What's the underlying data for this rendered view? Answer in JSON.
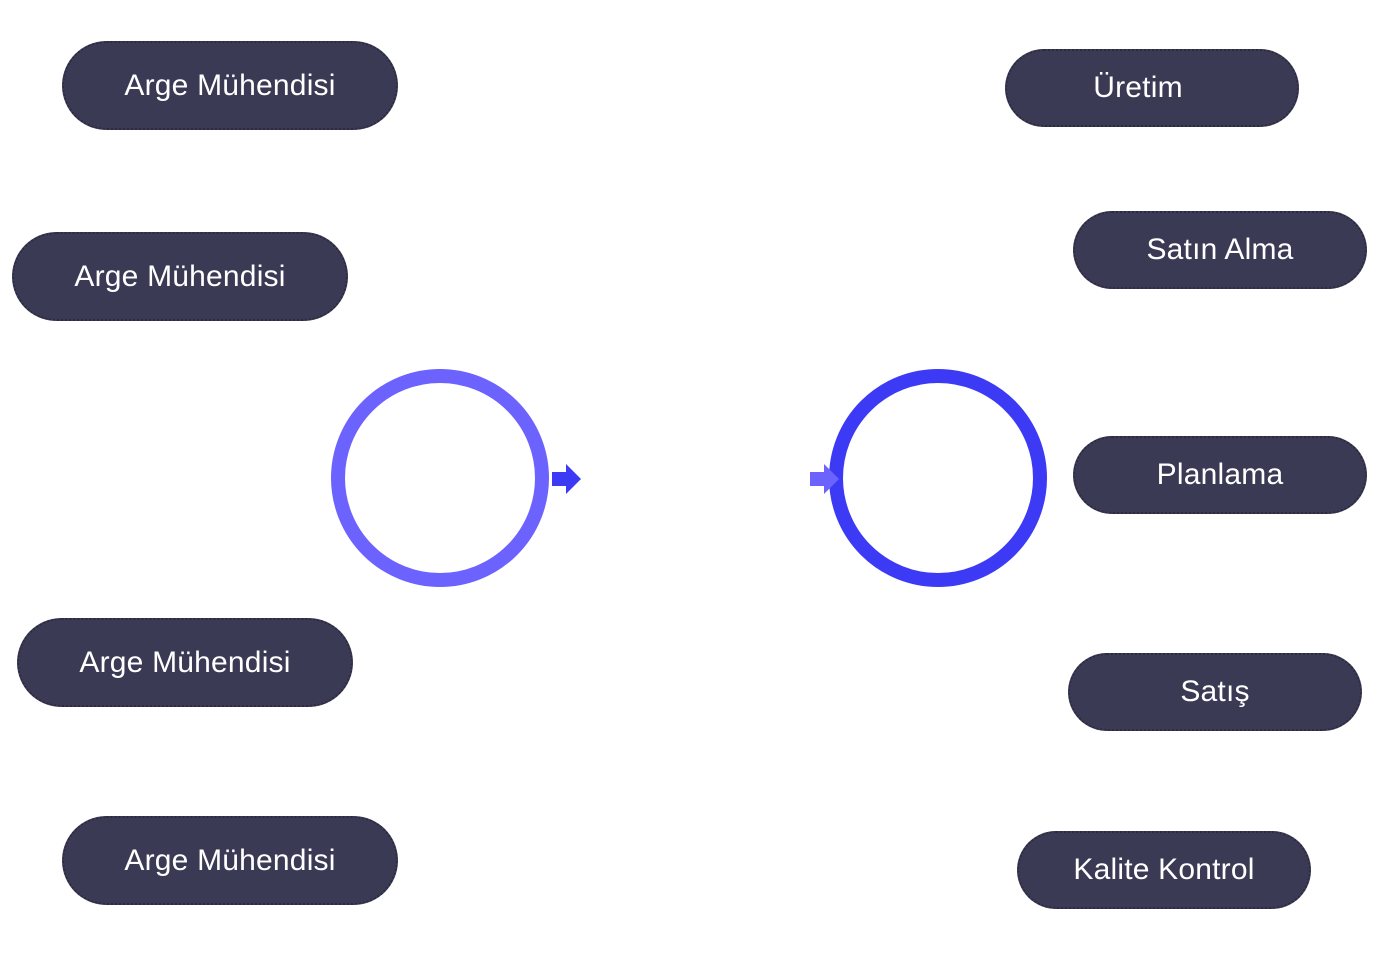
{
  "colors": {
    "pill_fill": "#3b3a55",
    "pill_text": "#ffffff",
    "left_hub": "#6c63ff",
    "right_hub": "#3d3af5",
    "left_arrow": "#3d3af5",
    "right_arrow": "#6c63ff"
  },
  "left_nodes": [
    {
      "label": "Arge Mühendisi"
    },
    {
      "label": "Arge Mühendisi"
    },
    {
      "label": "Arge Mühendisi"
    },
    {
      "label": "Arge Mühendisi"
    }
  ],
  "right_nodes": [
    {
      "label": "Üretim"
    },
    {
      "label": "Satın Alma"
    },
    {
      "label": "Planlama"
    },
    {
      "label": "Satış"
    },
    {
      "label": "Kalite Kontrol"
    }
  ],
  "icons": {
    "left_hub": "circle-ring-icon",
    "right_hub": "circle-ring-icon",
    "left_arrow": "arrow-right-icon",
    "right_arrow": "arrow-right-icon"
  }
}
